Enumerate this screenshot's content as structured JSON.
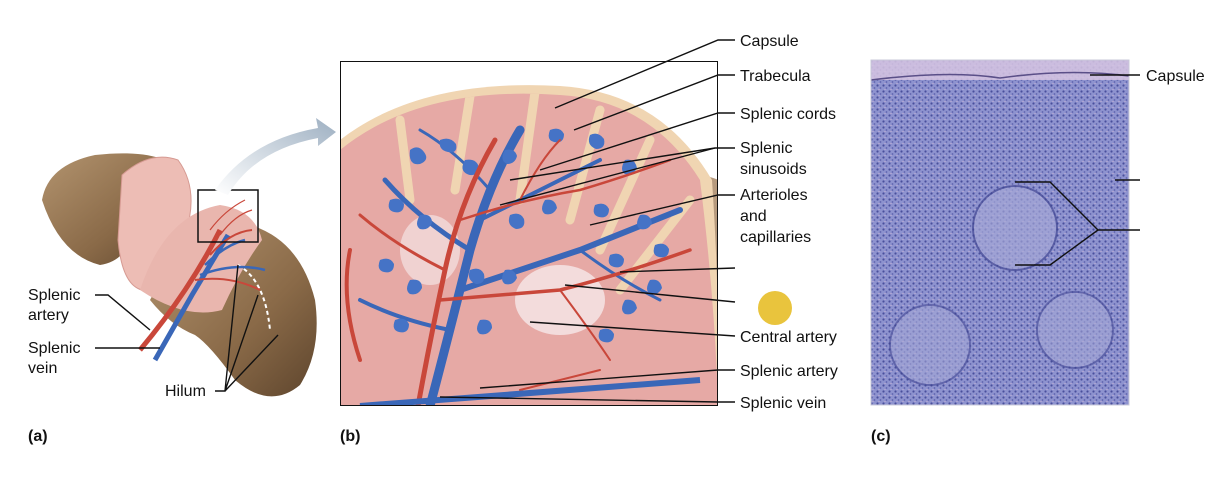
{
  "panels": {
    "a": "(a)",
    "b": "(b)",
    "c": "(c)"
  },
  "panel_a": {
    "splenic_artery_line1": "Splenic",
    "splenic_artery_line2": "artery",
    "splenic_vein_line1": "Splenic",
    "splenic_vein_line2": "vein",
    "hilum": "Hilum"
  },
  "panel_b": {
    "capsule": "Capsule",
    "trabecula": "Trabecula",
    "splenic_cords": "Splenic cords",
    "splenic_sinusoids_line1": "Splenic",
    "splenic_sinusoids_line2": "sinusoids",
    "arterioles_line1": "Arterioles",
    "arterioles_line2": "and",
    "arterioles_line3": "capillaries",
    "central_artery": "Central artery",
    "splenic_artery": "Splenic artery",
    "splenic_vein": "Splenic vein"
  },
  "panel_c": {
    "capsule": "Capsule"
  },
  "colors": {
    "artery_red": "#c9473a",
    "vein_blue": "#3a67b8",
    "capsule_tan": "#f0d5b2",
    "pulp_pink": "#e6a9a5",
    "spleen_brown": "#8a6a48",
    "histology_purple": "#7a7fc2",
    "marker_yellow": "#e9c43d"
  }
}
